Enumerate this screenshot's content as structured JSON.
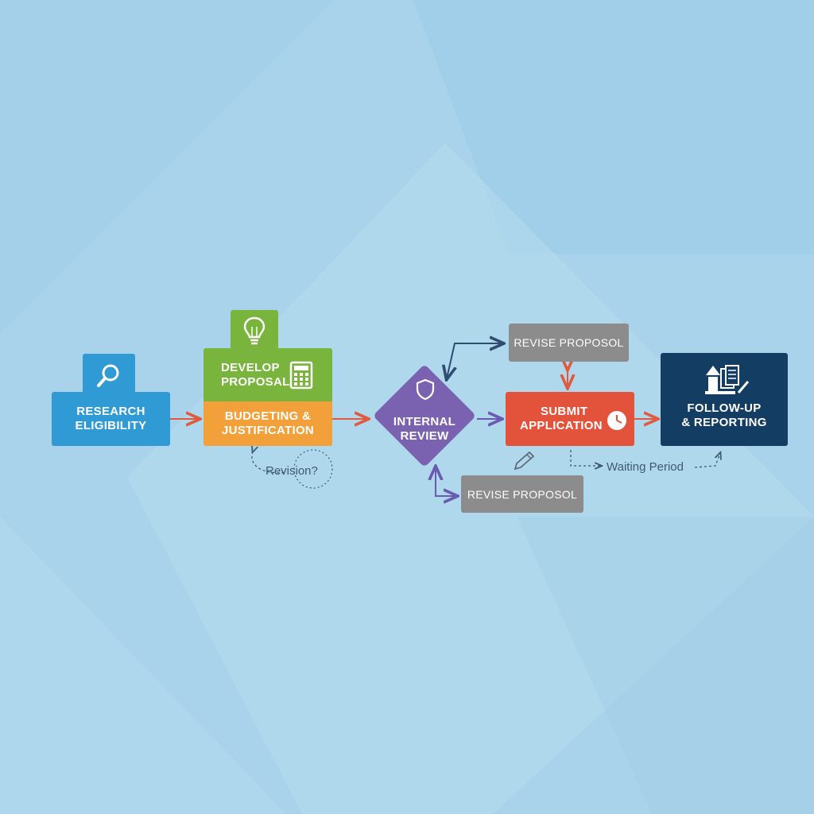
{
  "colors": {
    "background": "#a9d3ea",
    "research": "#2f9ad3",
    "develop": "#79b43d",
    "budget": "#f2a13a",
    "review": "#7a62b0",
    "submit": "#e3523b",
    "revise": "#8c8c8c",
    "followup": "#143d63",
    "arrow_red": "#e05a40",
    "arrow_purple": "#6a5ab0",
    "arrow_blue": "#2e4d70"
  },
  "nodes": {
    "research": {
      "lines": [
        "RESEARCH",
        "ELIGIBILITY"
      ],
      "icon": "magnifier-icon"
    },
    "develop": {
      "lines": [
        "DEVELOP",
        "PROPOSAL"
      ],
      "icon": "lightbulb-icon",
      "icon2": "calculator-icon"
    },
    "budget": {
      "lines": [
        "BUDGETING &",
        "JUSTIFICATION"
      ]
    },
    "review": {
      "lines": [
        "INTERNAL",
        "REVIEW"
      ],
      "icon": "shield-icon"
    },
    "submit": {
      "lines": [
        "SUBMIT",
        "APPLICATION"
      ],
      "icon": "clock-icon"
    },
    "revise_top": {
      "label": "REVISE PROPOSOL"
    },
    "revise_bottom": {
      "label": "REVISE PROPOSOL"
    },
    "followup": {
      "lines": [
        "FOLLOW-UP",
        "& REPORTING"
      ],
      "icon": "documents-upload-icon"
    }
  },
  "annotations": {
    "revision": "Revision?",
    "waiting": "Waiting Period",
    "pencil": "pencil-icon"
  }
}
